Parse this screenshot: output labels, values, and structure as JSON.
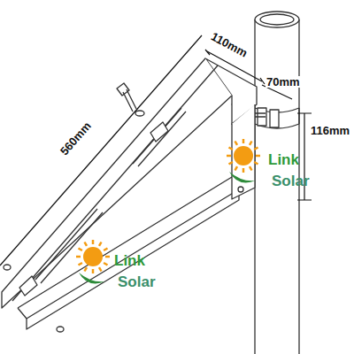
{
  "diagram": {
    "labels": [
      "110mm",
      "70mm",
      "116mm",
      "560mm",
      "Link",
      "Solar",
      "Link",
      "Solar"
    ]
  }
}
